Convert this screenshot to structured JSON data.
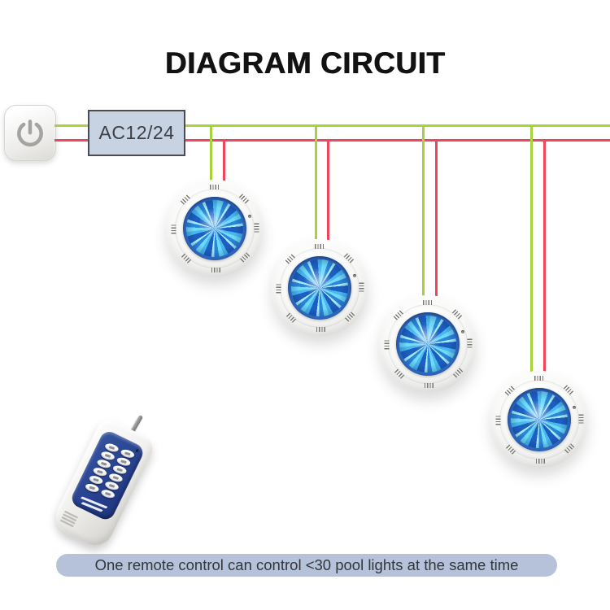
{
  "title": "DIAGRAM CIRCUIT",
  "power": {
    "button_icon": "power-icon",
    "supply_label": "AC12/24"
  },
  "wiring": {
    "green_hex": "#a6d23a",
    "red_hex": "#f2445a",
    "bus_count": 2,
    "drops_per_light": 2
  },
  "pool_lights": {
    "count": 4,
    "led_rim_hex": "#2f6cc4",
    "led_face_hex": "#49b8ee"
  },
  "remote": {
    "button_rows": 6,
    "button_cols": 2,
    "panel_hex": "#27418f"
  },
  "banner": {
    "text": "One remote control can control <30 pool lights at the same time",
    "bg_hex": "#b6c2d9"
  },
  "colors": {
    "box_fill": "#c7d3e3",
    "box_border": "#494c52",
    "title_hex": "#121212"
  }
}
